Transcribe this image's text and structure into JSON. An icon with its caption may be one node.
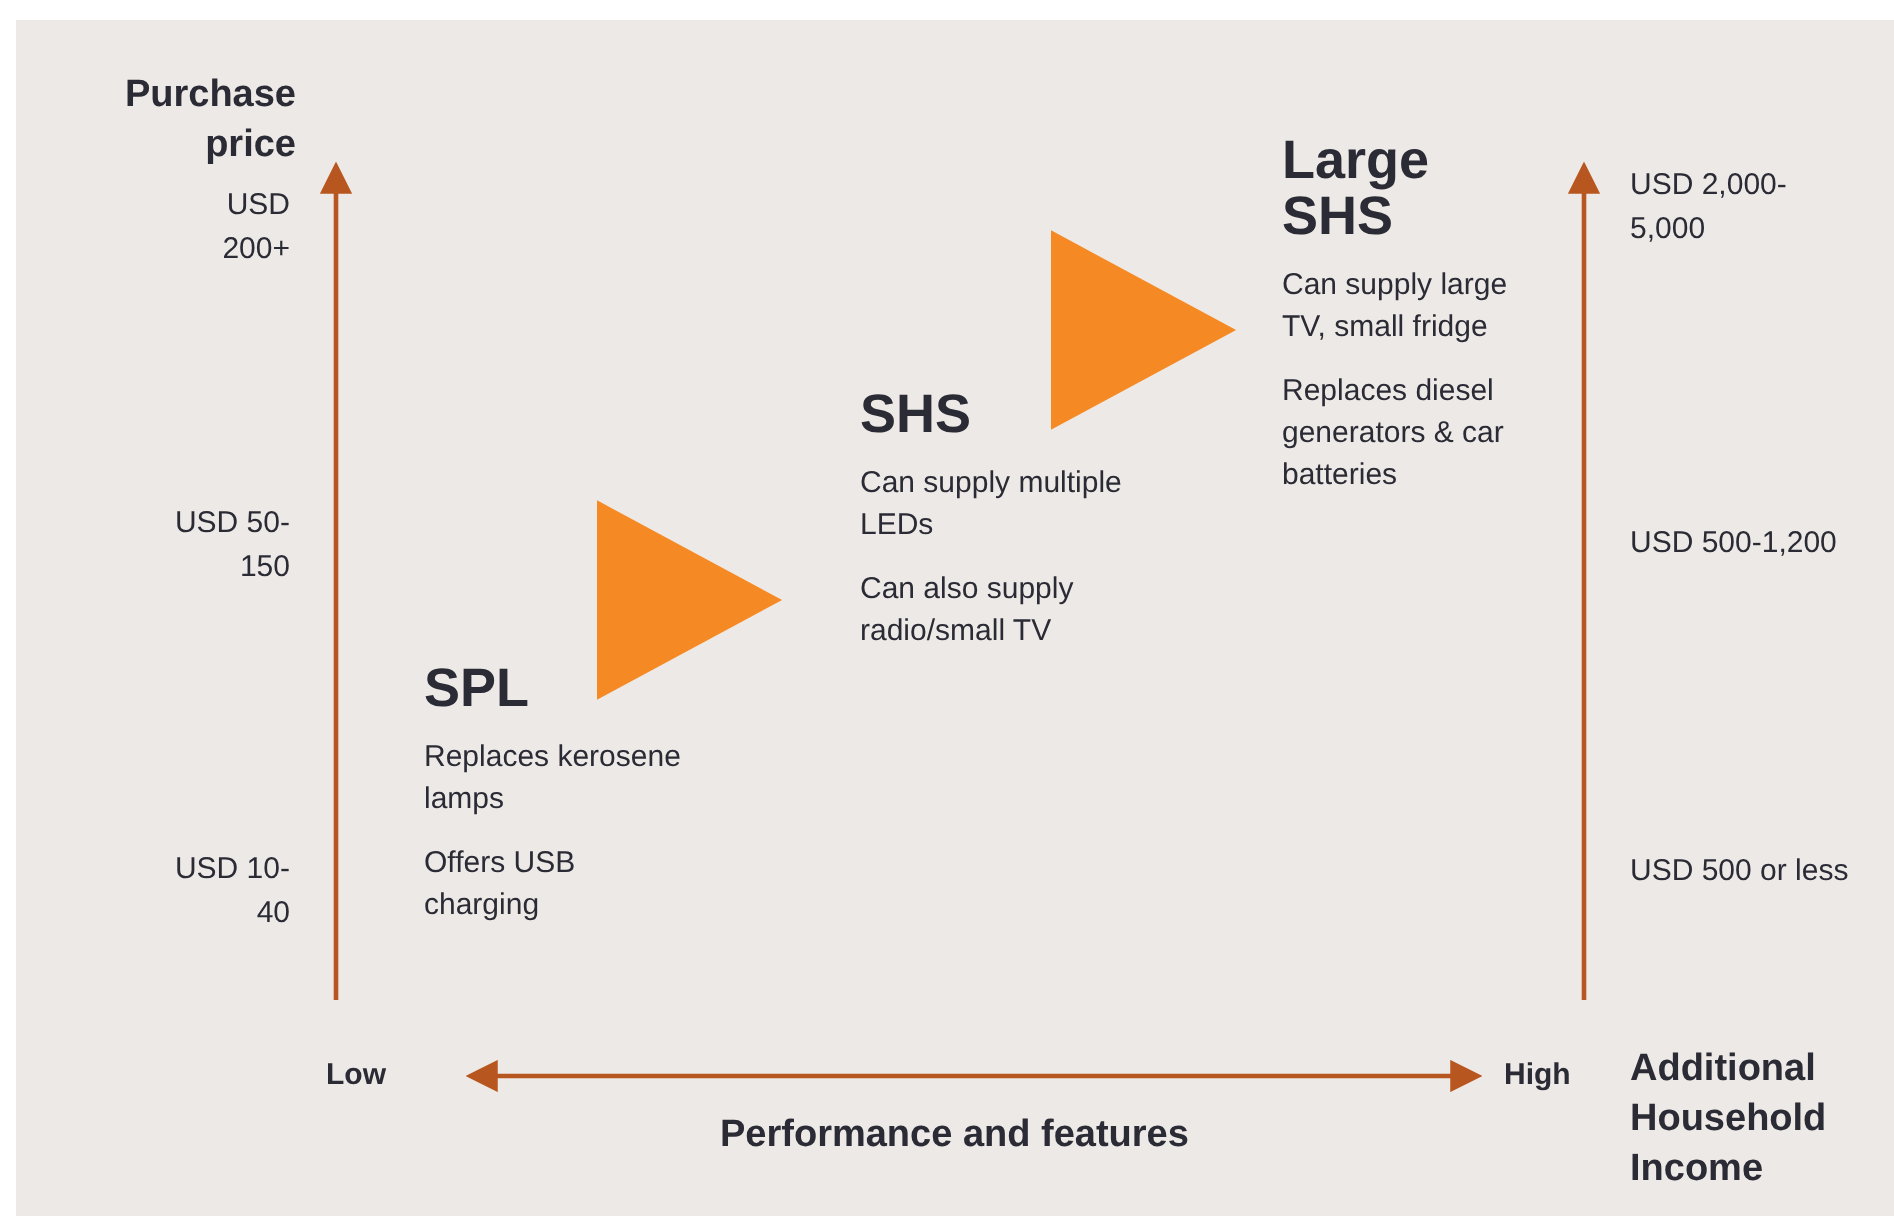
{
  "diagram": {
    "nodes": [
      {
        "text": [
          "SPL",
          "Replaces kerosene lamps",
          "Offers USB charging"
        ]
      },
      {
        "text": [
          "SHS",
          "Can supply multiple LEDs",
          "Can also supply radio/small TV"
        ]
      },
      {
        "text": [
          "Large SHS",
          "Can supply large TV, small fridge",
          "Replaces diesel generators & car batteries"
        ]
      }
    ],
    "edges": [
      {
        "from": 0,
        "to": 1,
        "arrow": "to"
      },
      {
        "from": 1,
        "to": 2,
        "arrow": "to"
      }
    ],
    "labels": [
      "Purchase price",
      "USD 200+",
      "USD 50-150",
      "USD 10-40",
      "Low",
      "High",
      "Performance and features",
      "USD 2,000-5,000",
      "USD 500-1,200",
      "USD 500 or less",
      "Additional Household Income"
    ]
  }
}
